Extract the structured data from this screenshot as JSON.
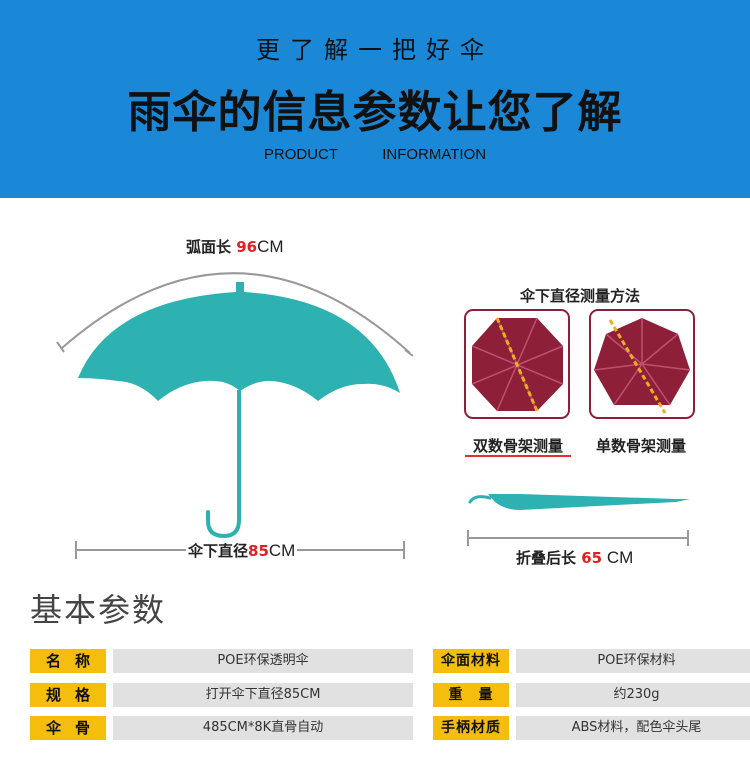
{
  "header": {
    "tagline": "更了解一把好伞",
    "headline": "雨伞的信息参数让您了解",
    "sub_left": "PRODUCT",
    "sub_right": "INFORMATION"
  },
  "diagram": {
    "arc_label_prefix": "弧面长 ",
    "arc_value": "96",
    "arc_unit": "CM",
    "diameter_label_prefix": "伞下直径",
    "diameter_value": "85",
    "diameter_unit": "CM",
    "method_title": "伞下直径测量方法",
    "even_label": "双数骨架测量",
    "odd_label": "单数骨架测量",
    "folded_label_prefix": "折叠后长 ",
    "folded_value": "65",
    "folded_unit": " CM",
    "umbrella_color": "#2eb1b1",
    "canopy_color": "#8e1f39",
    "measure_line_color": "#e8b020",
    "accent_red": "#e02020"
  },
  "params": {
    "title": "基本参数",
    "rows": [
      {
        "left_label": "名称",
        "left_value": "POE环保透明伞",
        "right_label": "伞面材料",
        "right_value": "POE环保材料"
      },
      {
        "left_label": "规格",
        "left_value": "打开伞下直径85CM",
        "right_label": "重　量",
        "right_value": "约230g"
      },
      {
        "left_label": "伞骨",
        "left_value": "485CM*8K直骨自动",
        "right_label": "手柄材质",
        "right_value": "ABS材料，配色伞头尾"
      }
    ],
    "label_color": "#f5bd0c",
    "value_bg": "#e1e1e1"
  }
}
